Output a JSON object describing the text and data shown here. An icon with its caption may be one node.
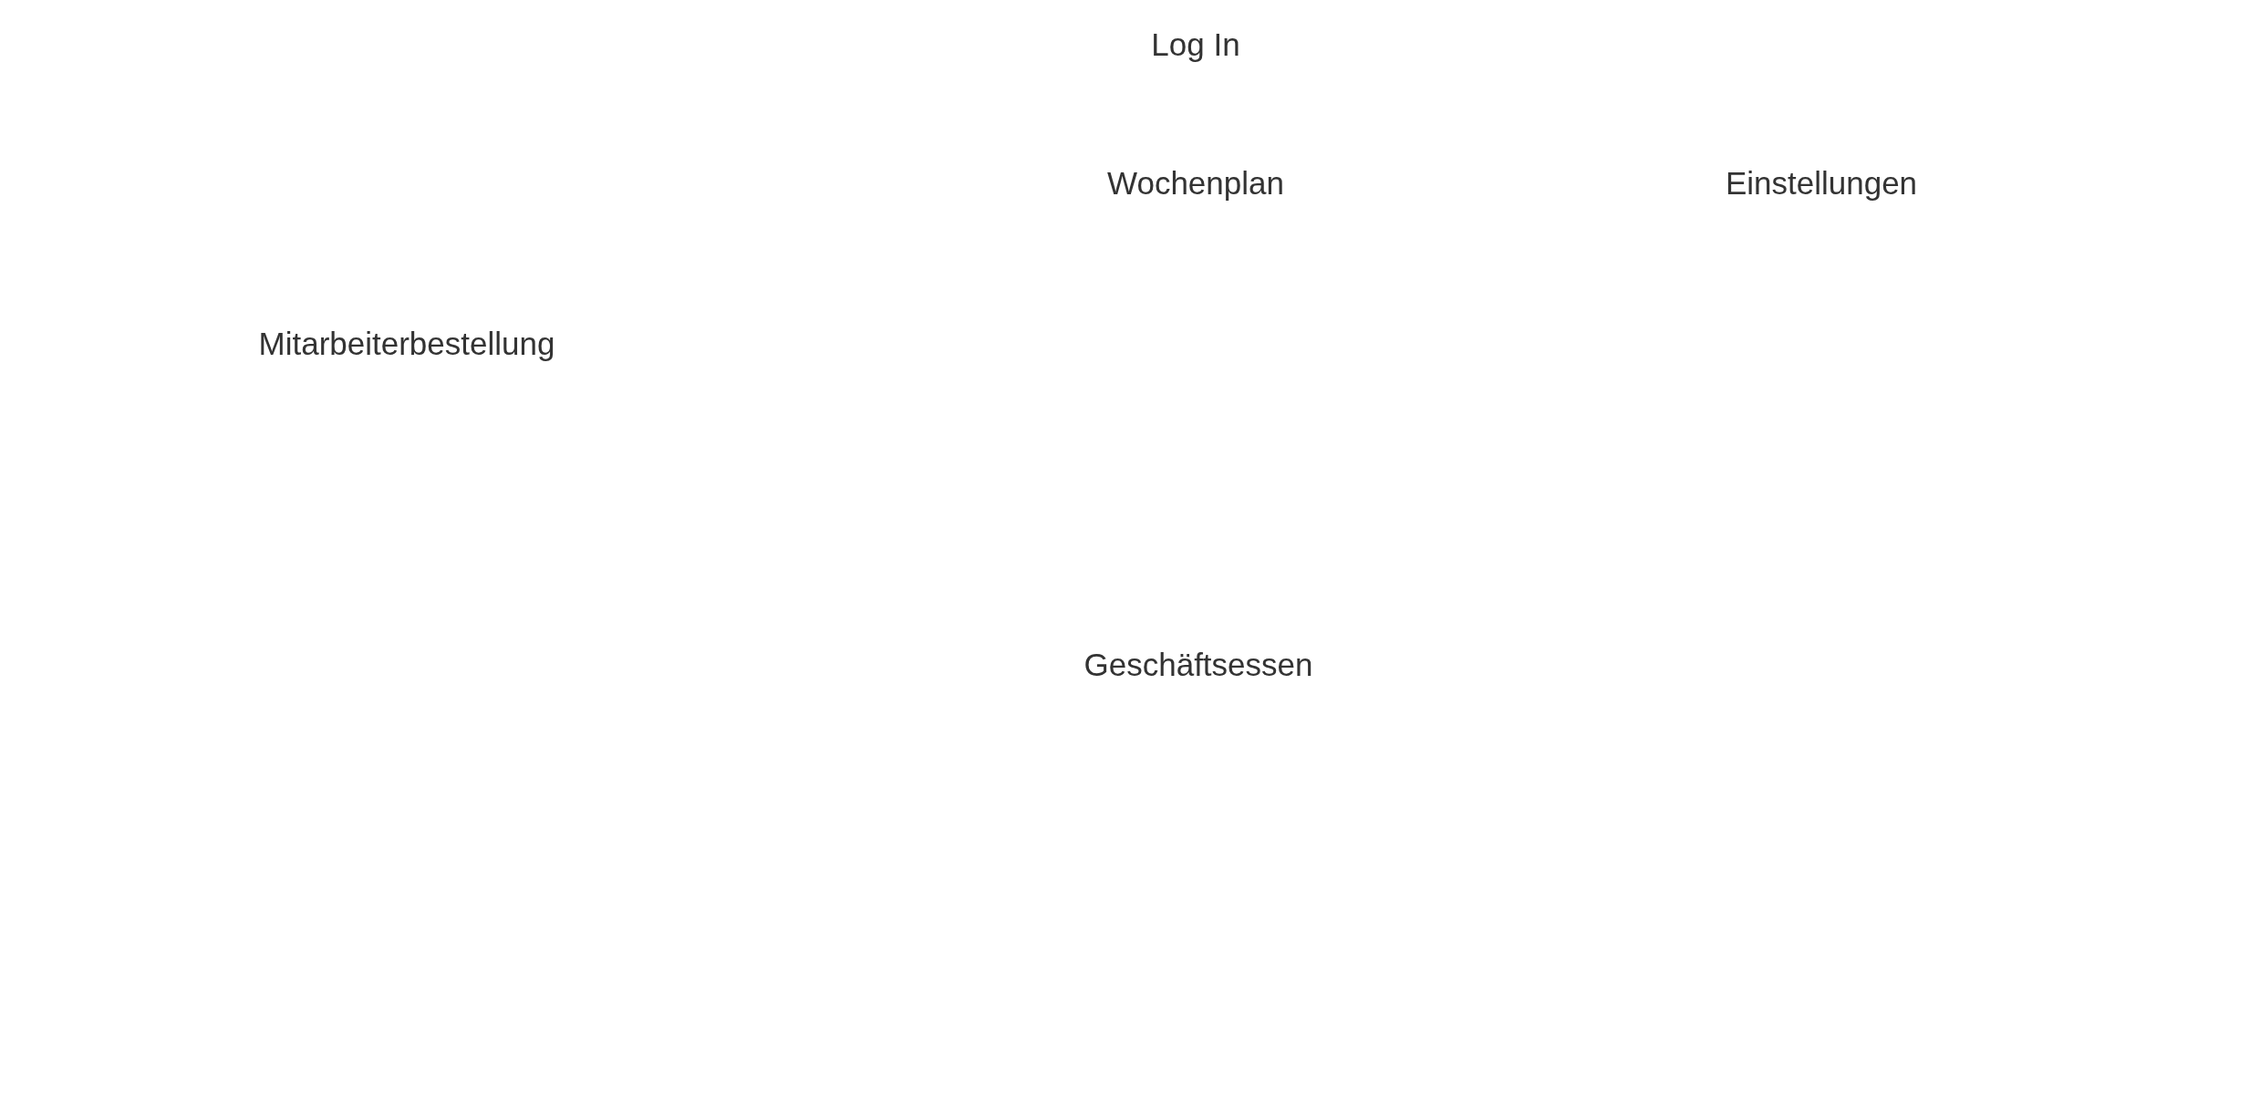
{
  "diagram": {
    "labels": [
      "Log In",
      "Wochenplan",
      "Einstellungen",
      "Mitarbeiterbestellung",
      "Geschäftsessen"
    ]
  }
}
